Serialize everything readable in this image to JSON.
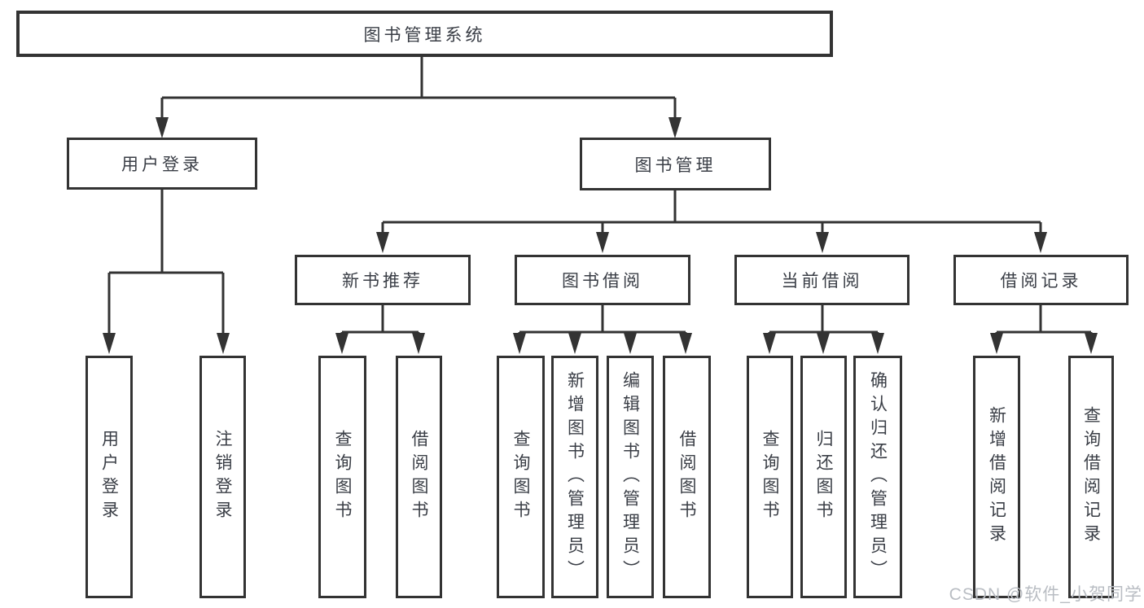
{
  "tree": {
    "label": "图书管理系统",
    "children": [
      {
        "label": "用户登录",
        "children": [
          {
            "label": "用户登录"
          },
          {
            "label": "注销登录"
          }
        ]
      },
      {
        "label": "图书管理",
        "children": [
          {
            "label": "新书推荐",
            "children": [
              {
                "label": "查询图书"
              },
              {
                "label": "借阅图书"
              }
            ]
          },
          {
            "label": "图书借阅",
            "children": [
              {
                "label": "查询图书"
              },
              {
                "label": "新增图书（管理员）"
              },
              {
                "label": "编辑图书（管理员）"
              },
              {
                "label": "借阅图书"
              }
            ]
          },
          {
            "label": "当前借阅",
            "children": [
              {
                "label": "查询图书"
              },
              {
                "label": "归还图书"
              },
              {
                "label": "确认归还（管理员）"
              }
            ]
          },
          {
            "label": "借阅记录",
            "children": [
              {
                "label": "新增借阅记录"
              },
              {
                "label": "查询借阅记录"
              }
            ]
          }
        ]
      }
    ]
  },
  "watermark": {
    "text": "CSDN @软件_小贺同学"
  },
  "colors": {
    "line": "#333333",
    "box_border": "#333333",
    "text": "#3a3e46",
    "background": "#ffffff",
    "watermark": "#b9bdc3"
  }
}
